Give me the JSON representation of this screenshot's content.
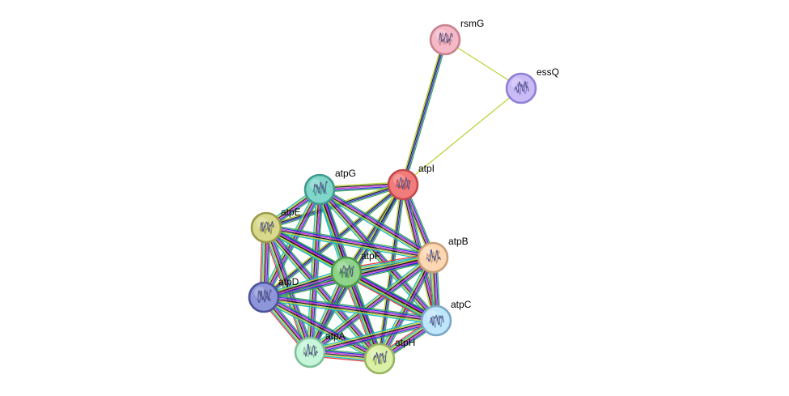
{
  "network": {
    "edge_palette": [
      "#31a354",
      "#2b2bd4",
      "#d633cc",
      "#1a1a1a",
      "#b9d234",
      "#17b8c7",
      "#e63333"
    ],
    "nodes": [
      {
        "id": "rsmG",
        "label": "rsmG",
        "color": "#f4b8c6",
        "border": "#c98390",
        "icon": "rsmG-structure-icon"
      },
      {
        "id": "essQ",
        "label": "essQ",
        "color": "#c9bcf6",
        "border": "#8f7fd6",
        "icon": "essQ-structure-icon"
      },
      {
        "id": "atpI",
        "label": "atpI",
        "color": "#f27c7c",
        "border": "#c24a4a",
        "icon": "atpI-structure-icon"
      },
      {
        "id": "atpG",
        "label": "atpG",
        "color": "#7fd6c9",
        "border": "#3f9a8e",
        "icon": "atpG-structure-icon"
      },
      {
        "id": "atpE",
        "label": "atpE",
        "color": "#d9d98c",
        "border": "#9a9a4a",
        "icon": "atpE-structure-icon"
      },
      {
        "id": "atpB",
        "label": "atpB",
        "color": "#fbd8b3",
        "border": "#c99f78",
        "icon": "atpB-structure-icon"
      },
      {
        "id": "atpF",
        "label": "atpF",
        "color": "#8fd48a",
        "border": "#4d9c47",
        "icon": "atpF-structure-icon"
      },
      {
        "id": "atpD",
        "label": "atpD",
        "color": "#8e96d9",
        "border": "#4a5299",
        "icon": "atpD-structure-icon"
      },
      {
        "id": "atpC",
        "label": "atpC",
        "color": "#bfe6fb",
        "border": "#7ba6c4",
        "icon": "atpC-structure-icon"
      },
      {
        "id": "atpA",
        "label": "atpA",
        "color": "#c6f5da",
        "border": "#7fbf98",
        "icon": "atpA-structure-icon"
      },
      {
        "id": "atpH",
        "label": "atpH",
        "color": "#d9f0a6",
        "border": "#98b461",
        "icon": "atpH-structure-icon"
      }
    ],
    "edges": [
      {
        "source": "rsmG",
        "target": "essQ",
        "types": [
          "#b9d234"
        ]
      },
      {
        "source": "essQ",
        "target": "atpI",
        "types": [
          "#b9d234"
        ]
      },
      {
        "source": "rsmG",
        "target": "atpI",
        "types": [
          "#31a354",
          "#2b2bd4",
          "#1a1a1a",
          "#b9d234"
        ]
      },
      {
        "source": "atpI",
        "target": "atpG",
        "types": [
          "#31a354",
          "#2b2bd4",
          "#d633cc",
          "#1a1a1a",
          "#b9d234"
        ]
      },
      {
        "source": "atpI",
        "target": "atpE",
        "types": [
          "#31a354",
          "#2b2bd4",
          "#1a1a1a",
          "#b9d234"
        ]
      },
      {
        "source": "atpI",
        "target": "atpB",
        "types": [
          "#31a354",
          "#2b2bd4",
          "#d633cc",
          "#1a1a1a",
          "#b9d234"
        ]
      },
      {
        "source": "atpI",
        "target": "atpF",
        "types": [
          "#31a354",
          "#2b2bd4",
          "#1a1a1a",
          "#b9d234"
        ]
      },
      {
        "source": "atpI",
        "target": "atpD",
        "types": [
          "#31a354",
          "#2b2bd4",
          "#1a1a1a",
          "#b9d234"
        ]
      },
      {
        "source": "atpI",
        "target": "atpC",
        "types": [
          "#31a354",
          "#2b2bd4",
          "#d633cc",
          "#1a1a1a",
          "#b9d234"
        ]
      },
      {
        "source": "atpI",
        "target": "atpA",
        "types": [
          "#31a354",
          "#2b2bd4",
          "#1a1a1a",
          "#b9d234"
        ]
      },
      {
        "source": "atpI",
        "target": "atpH",
        "types": [
          "#31a354",
          "#2b2bd4",
          "#1a1a1a",
          "#b9d234"
        ]
      },
      {
        "source": "atpG",
        "target": "atpE",
        "types": [
          "#31a354",
          "#2b2bd4",
          "#d633cc",
          "#1a1a1a",
          "#b9d234",
          "#17b8c7"
        ]
      },
      {
        "source": "atpG",
        "target": "atpB",
        "types": [
          "#31a354",
          "#2b2bd4",
          "#d633cc",
          "#1a1a1a",
          "#b9d234",
          "#17b8c7"
        ]
      },
      {
        "source": "atpG",
        "target": "atpF",
        "types": [
          "#31a354",
          "#2b2bd4",
          "#d633cc",
          "#1a1a1a",
          "#b9d234",
          "#17b8c7"
        ]
      },
      {
        "source": "atpG",
        "target": "atpD",
        "types": [
          "#31a354",
          "#2b2bd4",
          "#d633cc",
          "#1a1a1a",
          "#b9d234",
          "#17b8c7"
        ]
      },
      {
        "source": "atpG",
        "target": "atpC",
        "types": [
          "#31a354",
          "#2b2bd4",
          "#d633cc",
          "#1a1a1a",
          "#b9d234",
          "#17b8c7"
        ]
      },
      {
        "source": "atpG",
        "target": "atpA",
        "types": [
          "#31a354",
          "#2b2bd4",
          "#d633cc",
          "#1a1a1a",
          "#b9d234",
          "#17b8c7"
        ]
      },
      {
        "source": "atpG",
        "target": "atpH",
        "types": [
          "#31a354",
          "#2b2bd4",
          "#d633cc",
          "#1a1a1a",
          "#b9d234",
          "#17b8c7"
        ]
      },
      {
        "source": "atpE",
        "target": "atpB",
        "types": [
          "#31a354",
          "#2b2bd4",
          "#d633cc",
          "#1a1a1a",
          "#b9d234",
          "#17b8c7"
        ]
      },
      {
        "source": "atpE",
        "target": "atpF",
        "types": [
          "#31a354",
          "#2b2bd4",
          "#d633cc",
          "#1a1a1a",
          "#b9d234",
          "#17b8c7"
        ]
      },
      {
        "source": "atpE",
        "target": "atpD",
        "types": [
          "#31a354",
          "#2b2bd4",
          "#d633cc",
          "#1a1a1a",
          "#b9d234",
          "#17b8c7",
          "#e63333"
        ]
      },
      {
        "source": "atpE",
        "target": "atpC",
        "types": [
          "#31a354",
          "#2b2bd4",
          "#d633cc",
          "#1a1a1a",
          "#b9d234",
          "#17b8c7"
        ]
      },
      {
        "source": "atpE",
        "target": "atpA",
        "types": [
          "#31a354",
          "#2b2bd4",
          "#d633cc",
          "#1a1a1a",
          "#b9d234",
          "#17b8c7",
          "#e63333"
        ]
      },
      {
        "source": "atpE",
        "target": "atpH",
        "types": [
          "#31a354",
          "#2b2bd4",
          "#d633cc",
          "#1a1a1a",
          "#b9d234",
          "#17b8c7"
        ]
      },
      {
        "source": "atpB",
        "target": "atpF",
        "types": [
          "#31a354",
          "#2b2bd4",
          "#d633cc",
          "#1a1a1a",
          "#b9d234",
          "#17b8c7",
          "#e63333"
        ]
      },
      {
        "source": "atpB",
        "target": "atpD",
        "types": [
          "#31a354",
          "#2b2bd4",
          "#d633cc",
          "#1a1a1a",
          "#b9d234",
          "#17b8c7"
        ]
      },
      {
        "source": "atpB",
        "target": "atpC",
        "types": [
          "#31a354",
          "#2b2bd4",
          "#d633cc",
          "#1a1a1a",
          "#b9d234",
          "#17b8c7",
          "#e63333"
        ]
      },
      {
        "source": "atpB",
        "target": "atpA",
        "types": [
          "#31a354",
          "#2b2bd4",
          "#d633cc",
          "#1a1a1a",
          "#b9d234",
          "#17b8c7"
        ]
      },
      {
        "source": "atpB",
        "target": "atpH",
        "types": [
          "#31a354",
          "#2b2bd4",
          "#d633cc",
          "#1a1a1a",
          "#b9d234",
          "#17b8c7"
        ]
      },
      {
        "source": "atpF",
        "target": "atpD",
        "types": [
          "#31a354",
          "#2b2bd4",
          "#d633cc",
          "#1a1a1a",
          "#b9d234",
          "#17b8c7"
        ]
      },
      {
        "source": "atpF",
        "target": "atpC",
        "types": [
          "#31a354",
          "#2b2bd4",
          "#d633cc",
          "#1a1a1a",
          "#b9d234",
          "#17b8c7",
          "#e63333"
        ]
      },
      {
        "source": "atpF",
        "target": "atpA",
        "types": [
          "#31a354",
          "#2b2bd4",
          "#d633cc",
          "#1a1a1a",
          "#b9d234",
          "#17b8c7"
        ]
      },
      {
        "source": "atpF",
        "target": "atpH",
        "types": [
          "#31a354",
          "#2b2bd4",
          "#d633cc",
          "#1a1a1a",
          "#b9d234",
          "#17b8c7",
          "#e63333"
        ]
      },
      {
        "source": "atpD",
        "target": "atpC",
        "types": [
          "#31a354",
          "#2b2bd4",
          "#d633cc",
          "#1a1a1a",
          "#b9d234",
          "#17b8c7"
        ]
      },
      {
        "source": "atpD",
        "target": "atpA",
        "types": [
          "#31a354",
          "#2b2bd4",
          "#d633cc",
          "#1a1a1a",
          "#b9d234",
          "#17b8c7",
          "#e63333"
        ]
      },
      {
        "source": "atpD",
        "target": "atpH",
        "types": [
          "#31a354",
          "#2b2bd4",
          "#d633cc",
          "#1a1a1a",
          "#b9d234",
          "#17b8c7"
        ]
      },
      {
        "source": "atpC",
        "target": "atpA",
        "types": [
          "#31a354",
          "#2b2bd4",
          "#d633cc",
          "#1a1a1a",
          "#b9d234",
          "#17b8c7"
        ]
      },
      {
        "source": "atpC",
        "target": "atpH",
        "types": [
          "#31a354",
          "#2b2bd4",
          "#d633cc",
          "#1a1a1a",
          "#b9d234",
          "#17b8c7",
          "#e63333"
        ]
      },
      {
        "source": "atpA",
        "target": "atpH",
        "types": [
          "#31a354",
          "#2b2bd4",
          "#d633cc",
          "#1a1a1a",
          "#b9d234",
          "#17b8c7",
          "#e63333"
        ]
      }
    ]
  }
}
